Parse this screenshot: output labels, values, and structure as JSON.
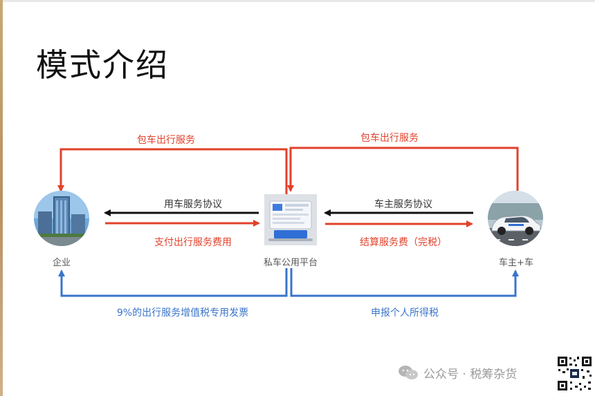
{
  "slide": {
    "title": "模式介绍"
  },
  "nodes": {
    "enterprise": {
      "label": "企业"
    },
    "platform": {
      "label": "私车公用平台"
    },
    "owner": {
      "label": "车主+车"
    }
  },
  "flows": {
    "top_left": "包车出行服务",
    "top_right": "包车出行服务",
    "left_black": "用车服务协议",
    "left_red": "支付出行服务费用",
    "right_black": "车主服务协议",
    "right_red": "结算服务费（完税）",
    "bottom_left": "9%的出行服务增值税专用发票",
    "bottom_right": "申报个人所得税"
  },
  "watermark": {
    "text": "公众号 · 税筹杂货"
  },
  "colors": {
    "red": "#e2412b",
    "blue": "#3a74c9",
    "black": "#111111"
  }
}
